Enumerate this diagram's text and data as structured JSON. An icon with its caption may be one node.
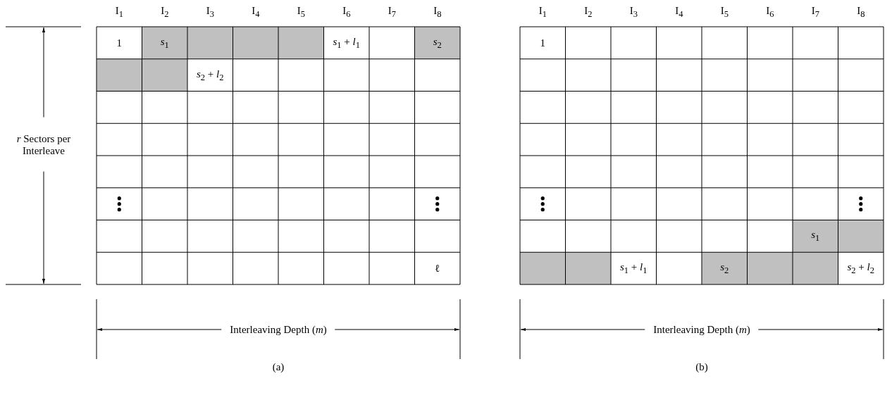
{
  "diagram": {
    "labels": [
      "I$_{1}$",
      "I$_{2}$",
      "I$_{3}$",
      "I$_{4}$",
      "I$_{5}$",
      "I$_{6}$",
      "I$_{7}$",
      "I$_{8}$",
      "*r* Sectors per Interleave",
      "1",
      "*s*$_{1}$",
      "*s*$_{1}$ + *l*$_{1}$",
      "*s*$_{2}$",
      "*s*$_{2}$ + *l*$_{2}$",
      "ℓ",
      "Interleaving Depth  (*m*)",
      "(a)",
      "I$_{1}$",
      "I$_{2}$",
      "I$_{3}$",
      "I$_{4}$",
      "I$_{5}$",
      "I$_{6}$",
      "I$_{7}$",
      "I$_{8}$",
      "1",
      "*s*$_{1}$",
      "*s*$_{1}$ + *l*$_{1}$",
      "*s*$_{2}$",
      "*s*$_{2}$ + *l*$_{2}$",
      "Interleaving Depth  (*m*)",
      "(b)"
    ]
  }
}
